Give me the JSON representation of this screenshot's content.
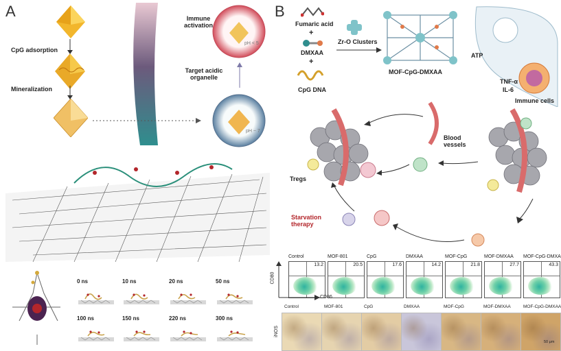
{
  "panel_a": {
    "letter": "A",
    "steps": [
      "CpG adsorption",
      "Mineralization"
    ],
    "bubble_labels": {
      "top": "Immune activation",
      "middle": "Target acidic organelle",
      "top_ph": "pH < 5",
      "bottom_ph": "pH ~ 7"
    },
    "md_times": [
      "0 ns",
      "10 ns",
      "20 ns",
      "50 ns",
      "100 ns",
      "150 ns",
      "220 ns",
      "300 ns"
    ]
  },
  "panel_b": {
    "letter": "B",
    "reagents": [
      "Fumaric acid",
      "DMXAA",
      "CpG DNA"
    ],
    "plus": "+",
    "cluster_label": "Zr-O Clusters",
    "product": "MOF-CpG-DMXAA",
    "cell_labels": {
      "atp": "ATP",
      "tnf": "TNF-α",
      "il6": "IL-6",
      "immune": "Immune cells"
    },
    "blood_vessels": "Blood vessels",
    "tregs": "Tregs",
    "starvation": "Starvation therapy"
  },
  "flow": {
    "y_axis": "CD80",
    "x_axis": "CD86",
    "groups": [
      {
        "name": "Control",
        "value": "13.2"
      },
      {
        "name": "MOF-801",
        "value": "20.5"
      },
      {
        "name": "CpG",
        "value": "17.6"
      },
      {
        "name": "DMXAA",
        "value": "14.2"
      },
      {
        "name": "MOF-CpG",
        "value": "21.8"
      },
      {
        "name": "MOF-DMXAA",
        "value": "27.7"
      },
      {
        "name": "MOF-CpG-DMXAA",
        "value": "43.3"
      }
    ]
  },
  "ihc": {
    "row_label": "iNOS",
    "scale": "50 μm",
    "groups": [
      "Control",
      "MOF-801",
      "CpG",
      "DMXAA",
      "MOF-CpG",
      "MOF-DMXAA",
      "MOF-CpG-DMXAA"
    ]
  }
}
